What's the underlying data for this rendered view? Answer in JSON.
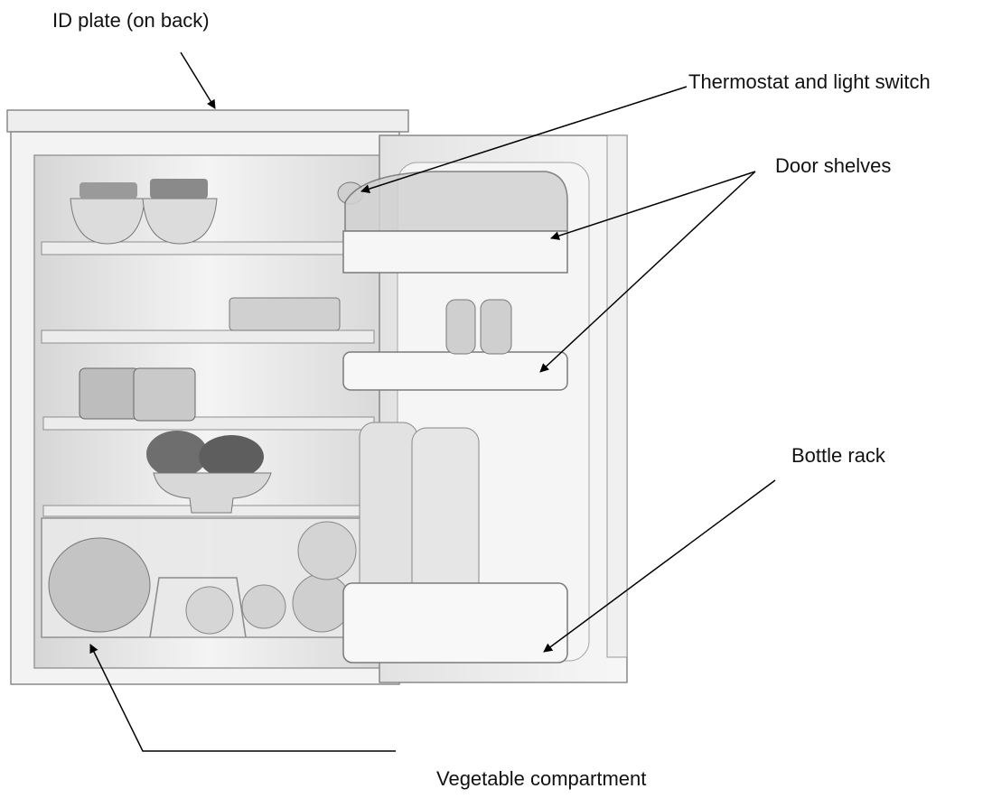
{
  "labels": {
    "id_plate": "ID plate (on back)",
    "thermostat": "Thermostat and light switch",
    "door_shelves": "Door shelves",
    "bottle_rack": "Bottle rack",
    "vegetable_compartment": "Vegetable compartment"
  },
  "colors": {
    "cabinet": "#f2f2f2",
    "interior": "#e6e6e6",
    "outline": "#7a7a7a",
    "leader": "#000000"
  }
}
